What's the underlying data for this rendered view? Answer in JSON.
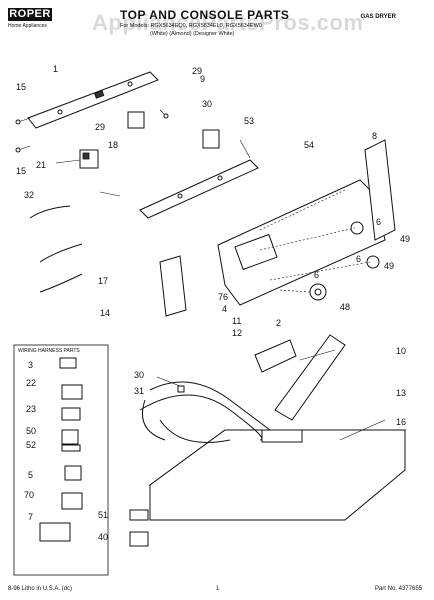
{
  "header": {
    "brand": "ROPER",
    "brand_sub": "Home Appliances",
    "title": "TOP AND CONSOLE PARTS",
    "models": "For Models: RGX5634EQ0, RGX5634EL0, RGX5634EW0",
    "subline": "(White)    (Almond)    (Designer White)",
    "product": "GAS DRYER",
    "watermark": "AppliancePartsPros.com"
  },
  "callouts": [
    "1",
    "15",
    "15",
    "21",
    "29",
    "29",
    "9",
    "30",
    "18",
    "53",
    "8",
    "54",
    "32",
    "17",
    "14",
    "6",
    "6",
    "6",
    "49",
    "49",
    "48",
    "2",
    "76",
    "4",
    "11",
    "12",
    "10",
    "13",
    "16",
    "30",
    "31"
  ],
  "wiring_box": {
    "title": "WIRING HARNESS PARTS",
    "labels": [
      "3",
      "22",
      "23",
      "50",
      "52",
      "5",
      "70",
      "7",
      "51",
      "40"
    ]
  },
  "footer": {
    "left": "8-96 Litho in U.S.A. (dc)",
    "page": "1",
    "right": "Part No. 4377655"
  }
}
